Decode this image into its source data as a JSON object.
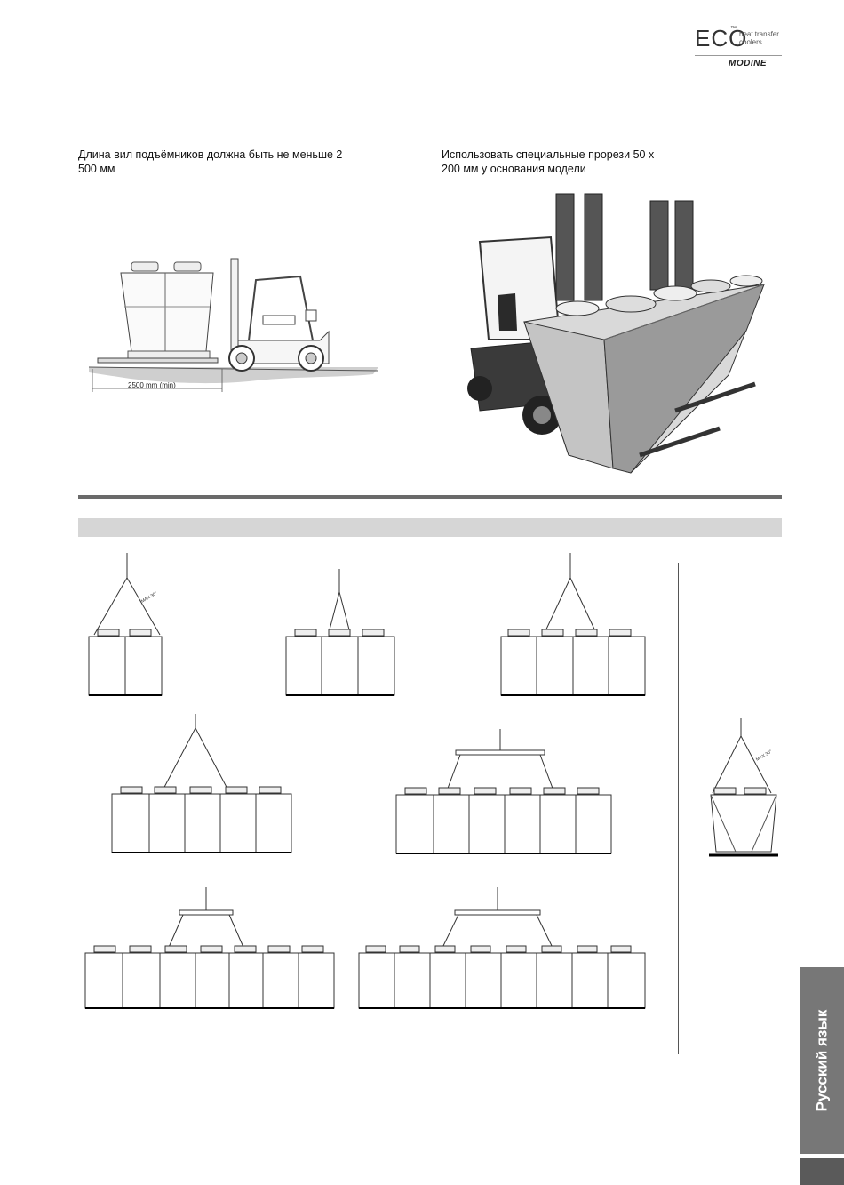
{
  "logo": {
    "brand": "ECO",
    "trademark": "™",
    "tagline_1": "heat transfer",
    "tagline_2": "coolers",
    "company": "MODINE"
  },
  "forklift_section": {
    "caption_left": "Длина вил подъёмников должна быть не меньше 2 500 мм",
    "caption_right": "Использовать специальные прорези 50 х 200 мм у основания модели",
    "dimension_label": "2500 mm (min)"
  },
  "lifting_section": {
    "angle_label": "MAX 30°"
  },
  "side_tab": {
    "language": "Русский язык"
  }
}
